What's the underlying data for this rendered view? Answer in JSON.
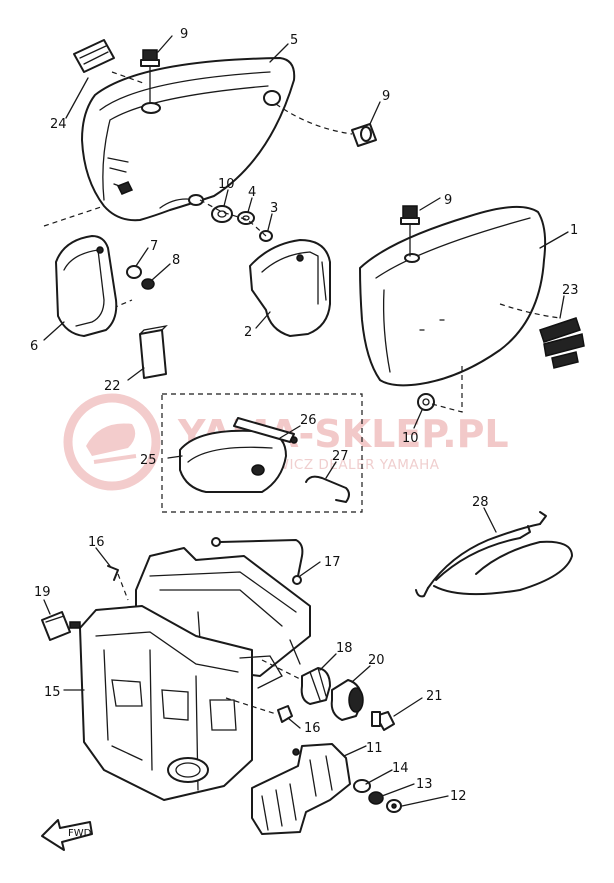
{
  "watermark": {
    "brand": "YAMA-SKLEP.PL",
    "subtitle": "WOJCIECHOWICZ DEALER YAMAHA"
  },
  "labels": {
    "p1": "1",
    "p2": "2",
    "p3": "3",
    "p4": "4",
    "p5": "5",
    "p6": "6",
    "p7": "7",
    "p8": "8",
    "p9a": "9",
    "p9b": "9",
    "p9c": "9",
    "p10a": "10",
    "p10b": "10",
    "p11": "11",
    "p12": "12",
    "p13": "13",
    "p14": "14",
    "p15": "15",
    "p16a": "16",
    "p16b": "16",
    "p17": "17",
    "p18": "18",
    "p19": "19",
    "p20": "20",
    "p21": "21",
    "p22": "22",
    "p23": "23",
    "p24": "24",
    "p25": "25",
    "p26": "26",
    "p27": "27",
    "p28": "28"
  },
  "direction_label": "FWD",
  "colors": {
    "ink": "#1a1a1a",
    "watermark": "#f2c9c9"
  }
}
